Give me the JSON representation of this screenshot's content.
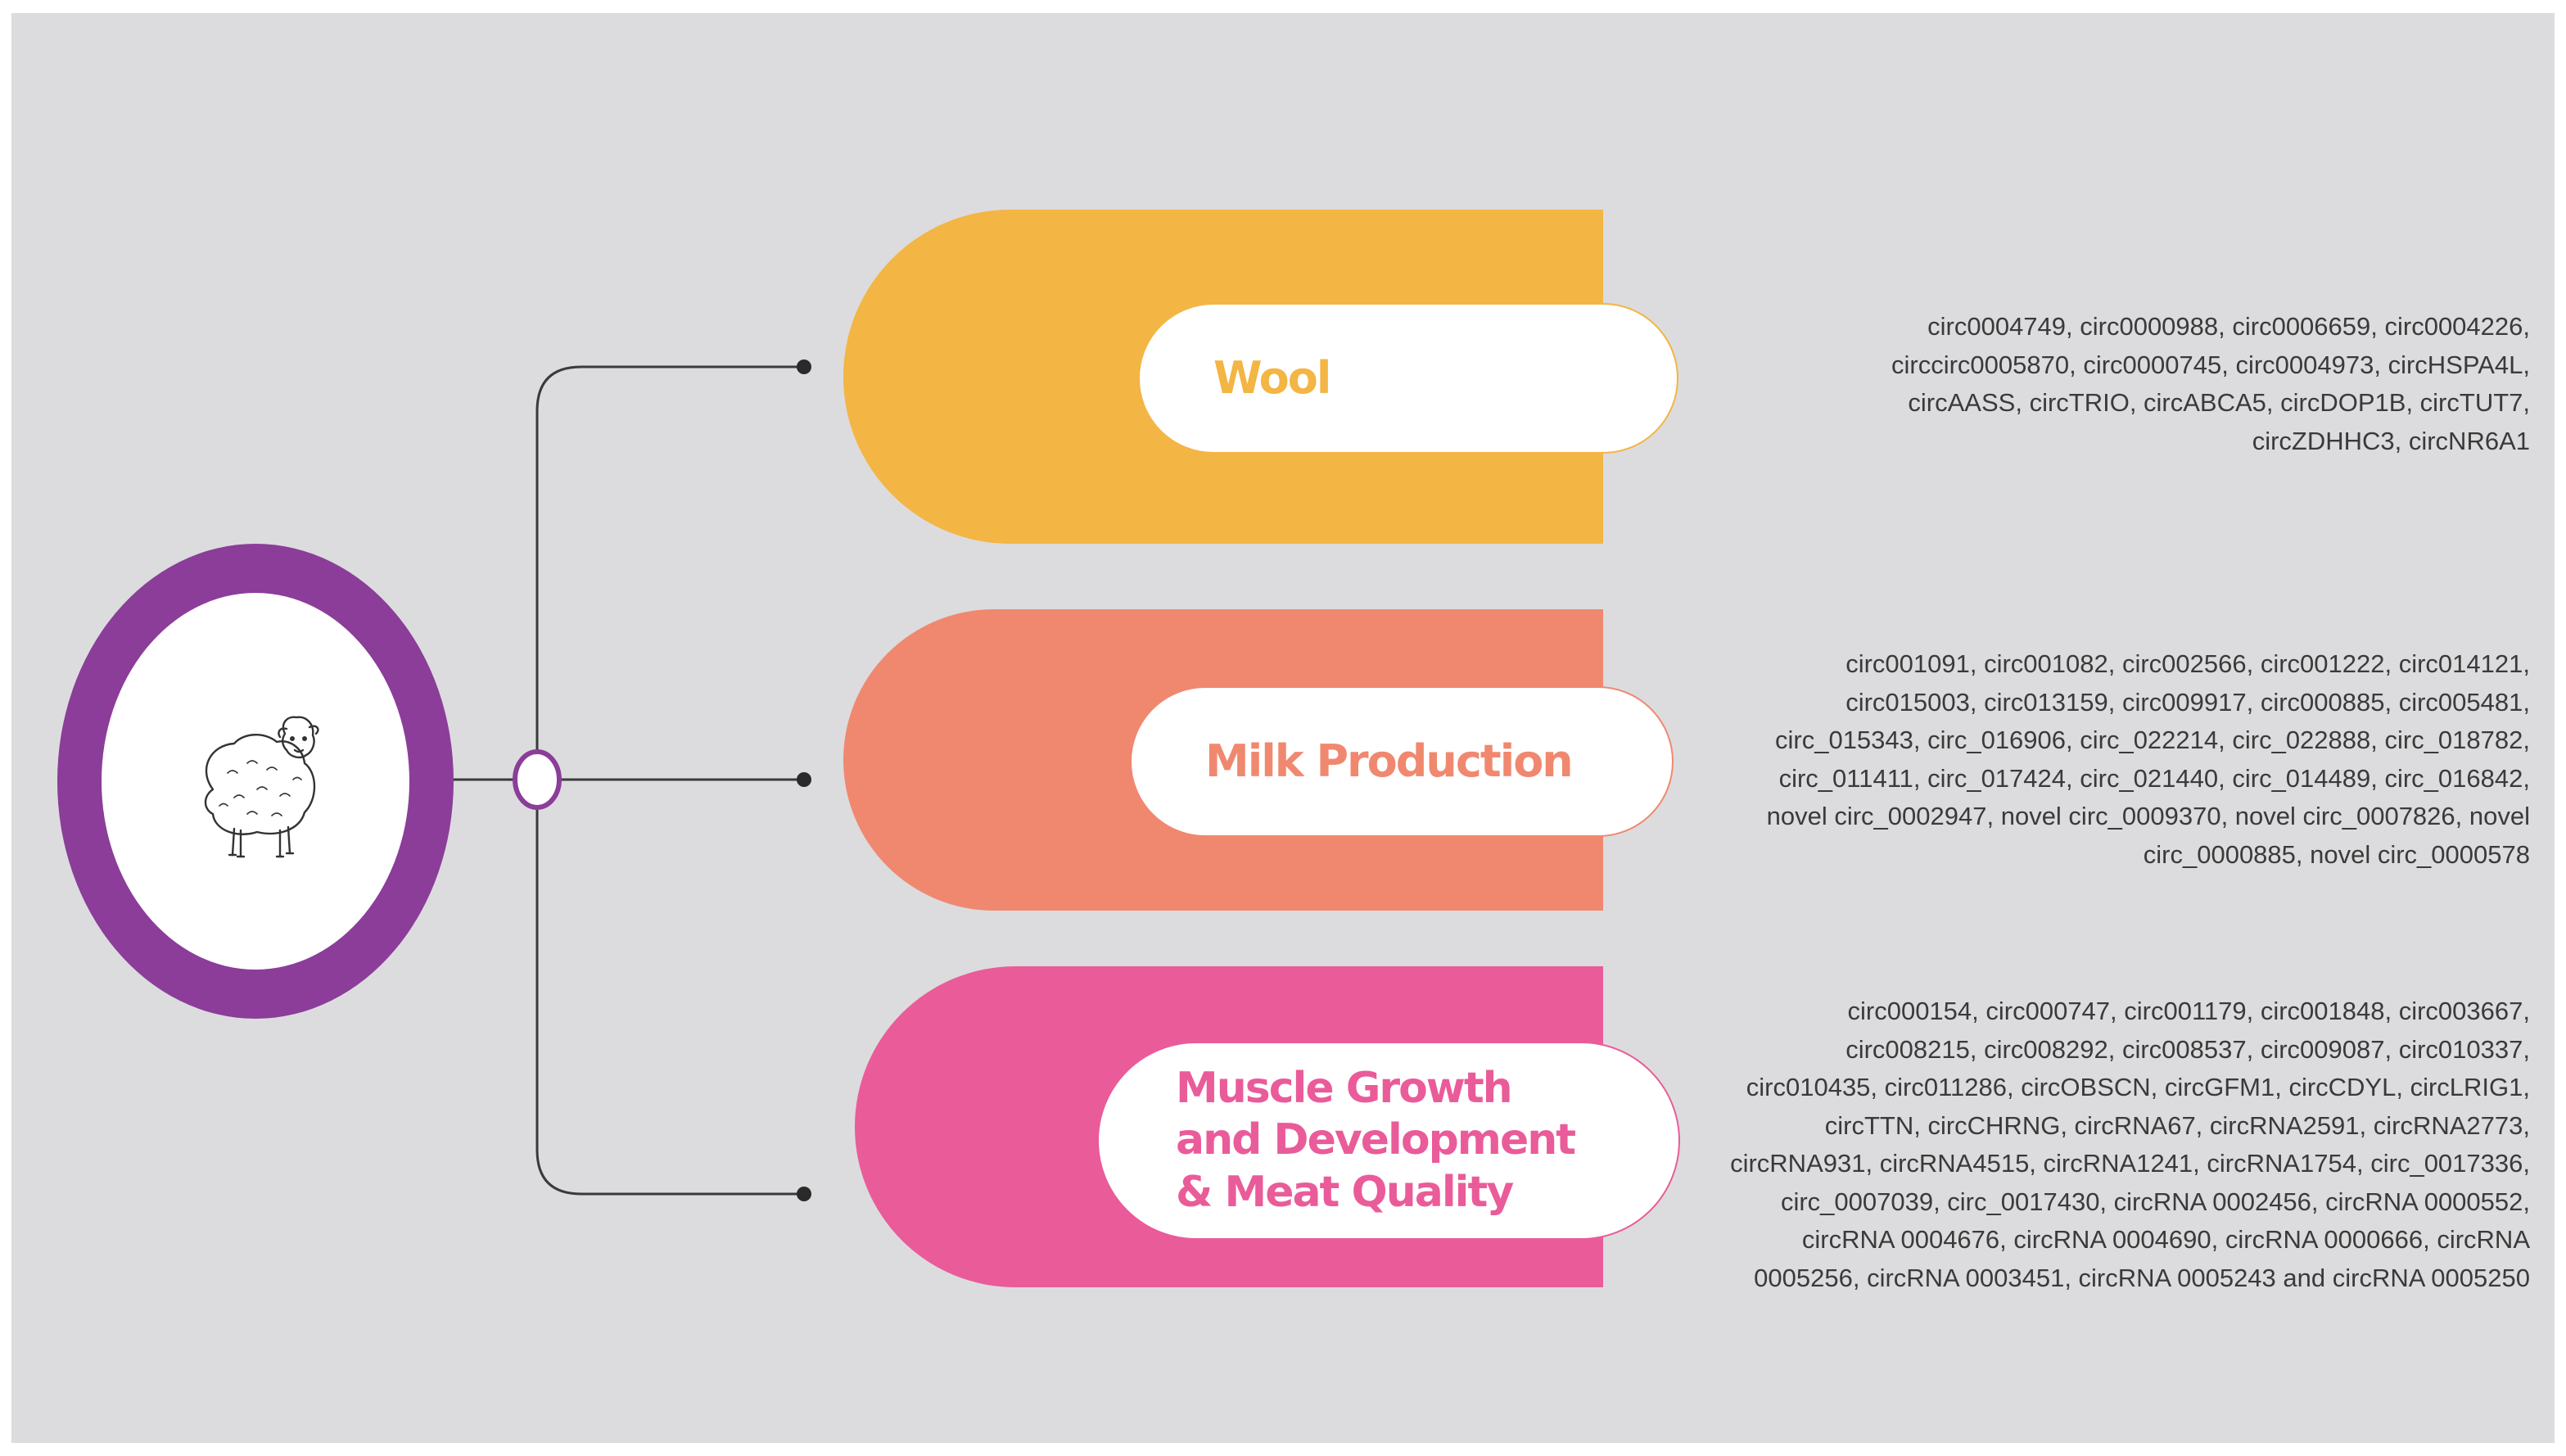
{
  "diagram": {
    "hub": {
      "icon": "sheep-icon"
    },
    "colors": {
      "hub": "#8b3d99",
      "wool": "#f3b544",
      "milk": "#f08870",
      "muscle": "#ea5b99",
      "connector": "#3a3a3a",
      "background": "#dcdcde"
    },
    "branches": [
      {
        "label": "Wool",
        "color": "#f3b544",
        "circrnas": "circ0004749, circ0000988, circ0006659, circ0004226, circcirc0005870, circ0000745, circ0004973, circHSPA4L, circAASS, circTRIO, circABCA5, circDOP1B, circTUT7, circZDHHC3, circNR6A1"
      },
      {
        "label": "Milk Production",
        "color": "#f08870",
        "circrnas": "circ001091, circ001082, circ002566, circ001222, circ014121, circ015003, circ013159, circ009917, circ000885, circ005481, circ_015343, circ_016906, circ_022214, circ_022888, circ_018782, circ_011411, circ_017424, circ_021440, circ_014489, circ_016842, novel circ_0002947, novel circ_0009370, novel circ_0007826, novel circ_0000885, novel circ_0000578"
      },
      {
        "label": "Muscle Growth and Development & Meat Quality",
        "color": "#ea5b99",
        "circrnas": "circ000154, circ000747, circ001179, circ001848, circ003667, circ008215, circ008292, circ008537, circ009087, circ010337, circ010435, circ011286, circOBSCN, circGFM1, circCDYL, circLRIG1, circTTN, circCHRNG, circRNA67, circRNA2591, circRNA2773, circRNA931, circRNA4515, circRNA1241, circRNA1754, circ_0017336, circ_0007039, circ_0017430, circRNA 0002456, circRNA 0000552, circRNA 0004676, circRNA 0004690, circRNA 0000666, circRNA 0005256, circRNA 0003451, circRNA 0005243 and circRNA 0005250"
      }
    ]
  }
}
